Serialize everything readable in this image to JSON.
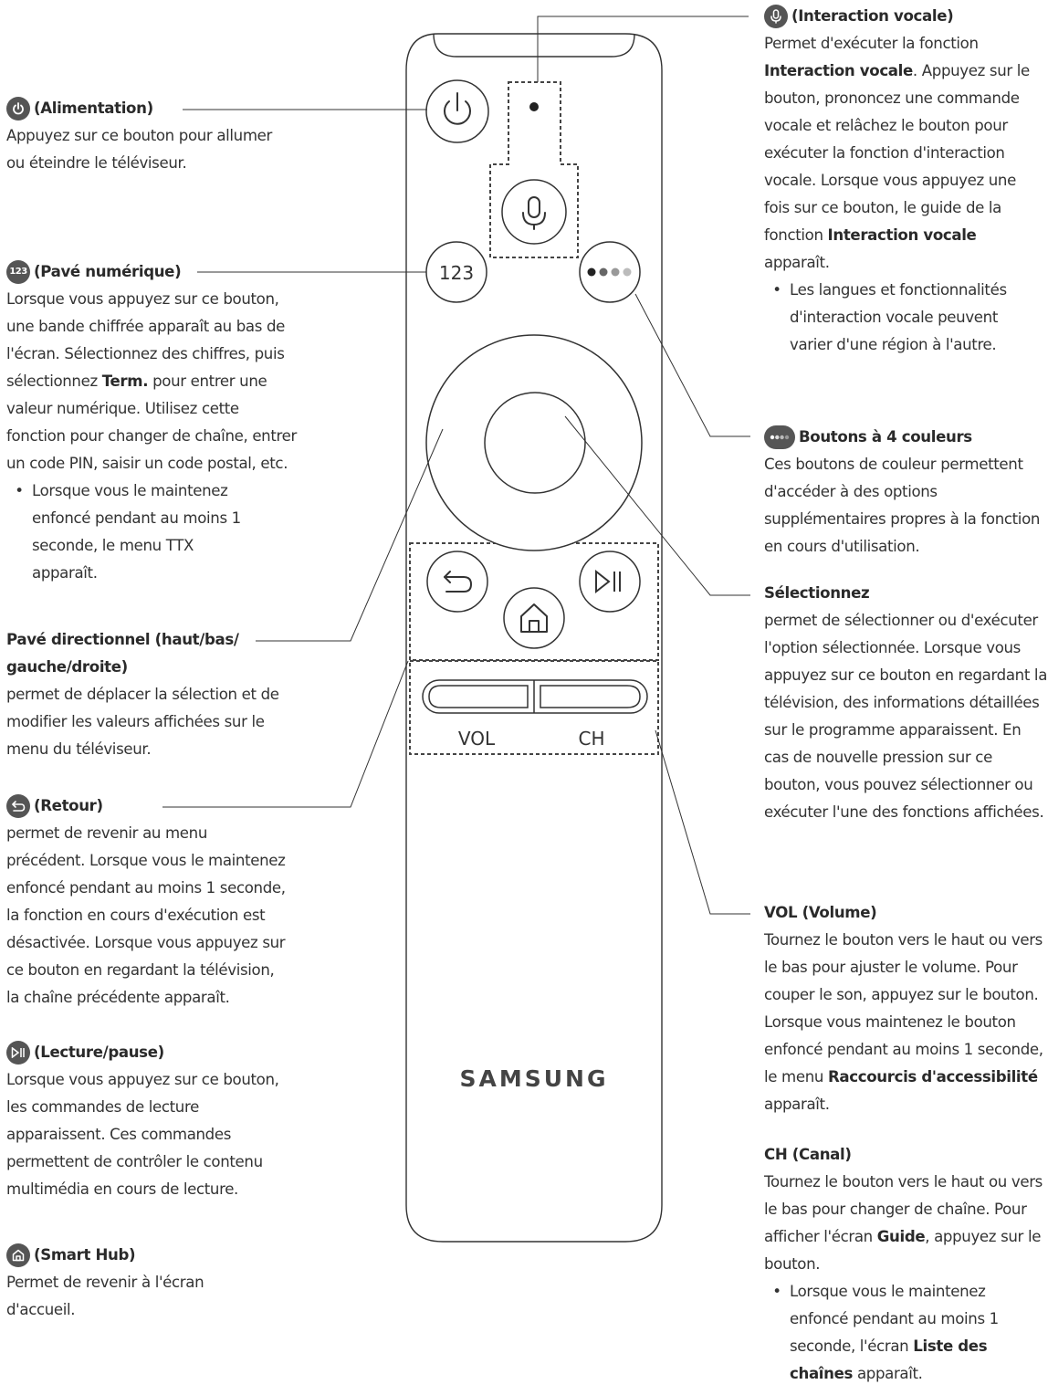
{
  "remote": {
    "key_123": "123",
    "vol_label": "VOL",
    "ch_label": "CH",
    "brand": "SAMSUNG"
  },
  "left": {
    "power": {
      "icon": "power-icon",
      "title": "(Alimentation)",
      "desc": "Appuyez sur ce bouton pour allumer ou éteindre le téléviseur."
    },
    "numpad": {
      "icon": "123",
      "title": "(Pavé numérique)",
      "desc_1": "Lorsque vous appuyez sur ce bouton, une bande chiffrée apparaît au bas de l'écran. Sélectionnez des chiffres, puis sélectionnez ",
      "desc_bold": "Term.",
      "desc_2": " pour entrer une valeur numérique. Utilisez cette fonction pour changer de chaîne, entrer un code PIN, saisir un code postal, etc.",
      "bullet": "Lorsque vous le maintenez enfoncé pendant au moins 1 seconde, le menu TTX apparaît."
    },
    "dpad": {
      "title": "Pavé directionnel (haut/bas/ gauche/droite)",
      "desc": "permet de déplacer la sélection et de modifier les valeurs affichées sur le menu du téléviseur."
    },
    "return": {
      "icon": "return-icon",
      "title": "(Retour)",
      "desc": "permet de revenir au menu précédent. Lorsque vous le maintenez enfoncé pendant au moins 1 seconde, la fonction en cours d'exécution est désactivée. Lorsque vous appuyez sur ce bouton en regardant la télévision, la chaîne précédente apparaît."
    },
    "playpause": {
      "icon": "play-pause-icon",
      "title": "(Lecture/pause)",
      "desc": "Lorsque vous appuyez sur ce bouton, les commandes de lecture apparaissent. Ces commandes permettent de contrôler le contenu multimédia en cours de lecture."
    },
    "smarthub": {
      "icon": "home-icon",
      "title": "(Smart Hub)",
      "desc": "Permet de revenir à l'écran d'accueil."
    }
  },
  "right": {
    "voice": {
      "icon": "microphone-icon",
      "title": "(Interaction vocale)",
      "desc_1": "Permet d'exécuter la fonction ",
      "desc_bold_1": "Interaction vocale",
      "desc_2": ". Appuyez sur le bouton, prononcez une commande vocale et relâchez le bouton pour exécuter la fonction d'interaction vocale. Lorsque vous appuyez une fois sur ce bouton, le guide de la fonction ",
      "desc_bold_2": "Interaction vocale",
      "desc_3": " apparaît.",
      "bullet": "Les langues et fonctionnalités d'interaction vocale peuvent varier d'une région à l'autre."
    },
    "colors": {
      "icon": "four-color-icon",
      "title": "Boutons à 4 couleurs",
      "desc": "Ces boutons de couleur permettent d'accéder à des options supplémentaires propres à la fonction en cours d'utilisation."
    },
    "select": {
      "title": "Sélectionnez",
      "desc": "permet de sélectionner ou d'exécuter l'option sélectionnée. Lorsque vous appuyez sur ce bouton en regardant la télévision, des informations détaillées sur le programme apparaissent. En cas de nouvelle pression sur ce bouton, vous pouvez sélectionner ou exécuter l'une des fonctions affichées."
    },
    "volume": {
      "title": "VOL (Volume)",
      "desc_1": "Tournez le bouton vers le haut ou vers le bas pour ajuster le volume. Pour couper le son, appuyez sur le bouton. Lorsque vous maintenez le bouton enfoncé pendant au moins 1 seconde, le menu ",
      "desc_bold": "Raccourcis d'accessibilité",
      "desc_2": " apparaît."
    },
    "channel": {
      "title": "CH (Canal)",
      "desc_1": "Tournez le bouton vers le haut ou vers le bas pour changer de chaîne. Pour afficher l'écran ",
      "desc_bold": "Guide",
      "desc_2": ", appuyez sur le bouton.",
      "bullet_1": "Lorsque vous le maintenez enfoncé pendant au moins 1 seconde, l'écran ",
      "bullet_bold": "Liste des chaînes",
      "bullet_2": " apparaît."
    }
  }
}
